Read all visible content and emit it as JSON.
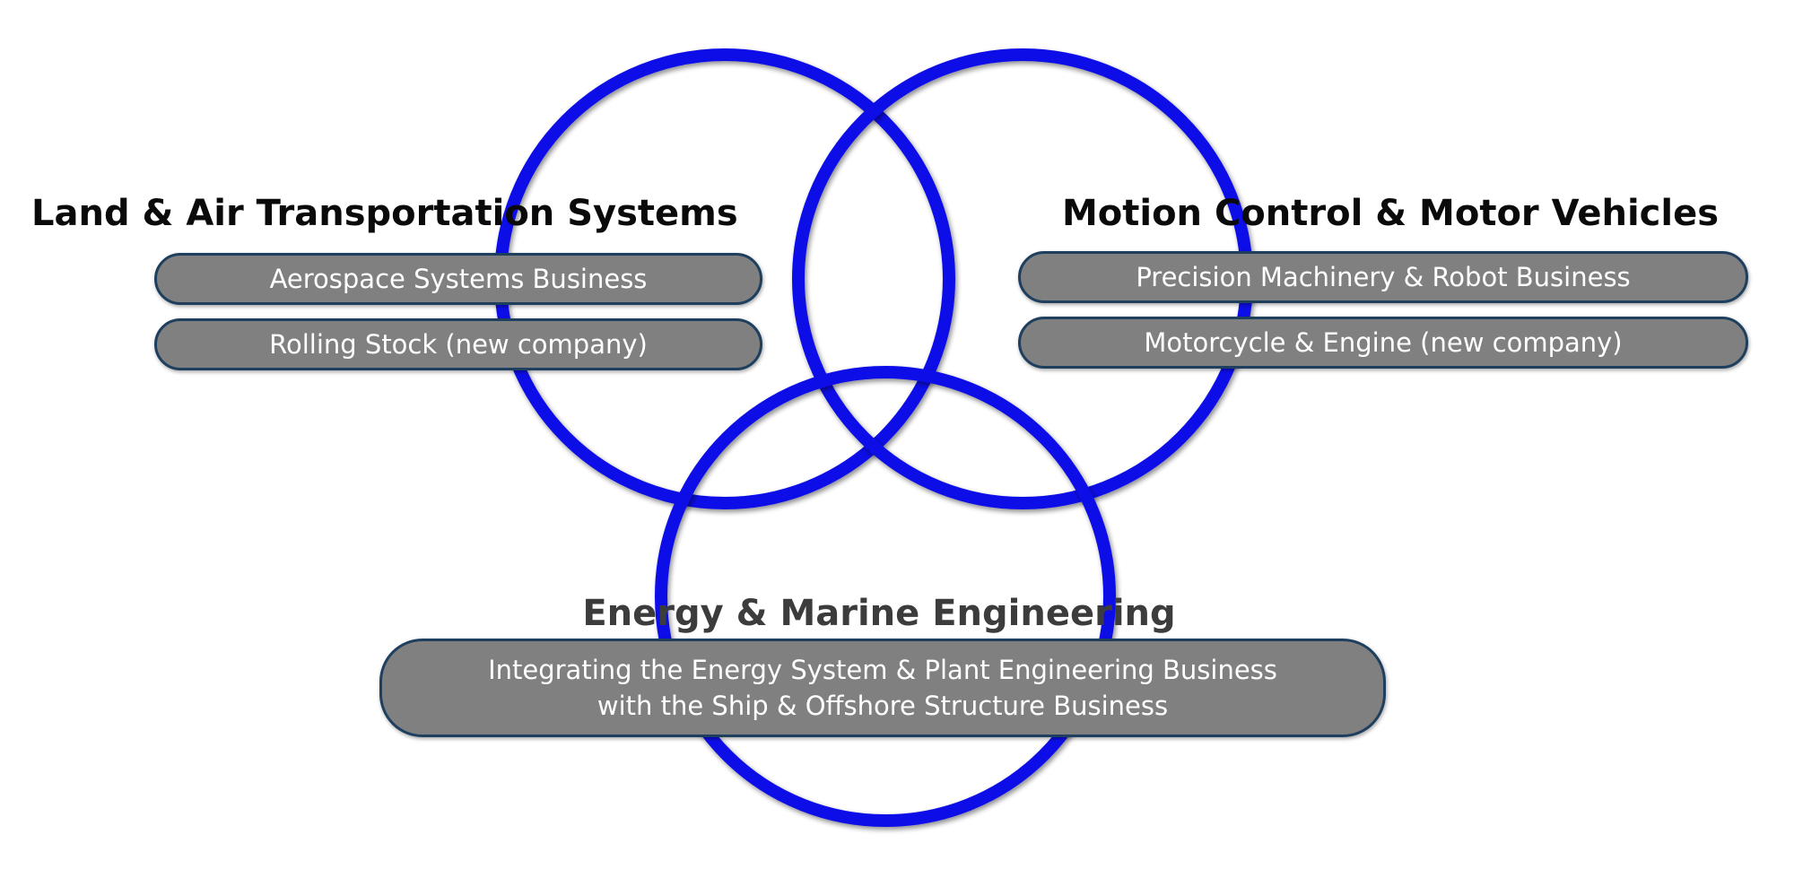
{
  "colors": {
    "ring": "#1010e8",
    "pill_fill": "#808080",
    "pill_border": "#1f3f5f",
    "pill_text": "#ffffff"
  },
  "groups": {
    "land_air": {
      "title": "Land & Air Transportation Systems",
      "items": [
        "Aerospace Systems Business",
        "Rolling  Stock (new company)"
      ]
    },
    "motion": {
      "title": "Motion Control & Motor Vehicles",
      "items": [
        "Precision Machinery & Robot Business",
        "Motorcycle & Engine (new company)"
      ]
    },
    "energy": {
      "title": "Energy & Marine Engineering",
      "item_lines": [
        "Integrating the Energy System & Plant Engineering Business",
        "with the Ship & Offshore Structure Business"
      ]
    }
  }
}
